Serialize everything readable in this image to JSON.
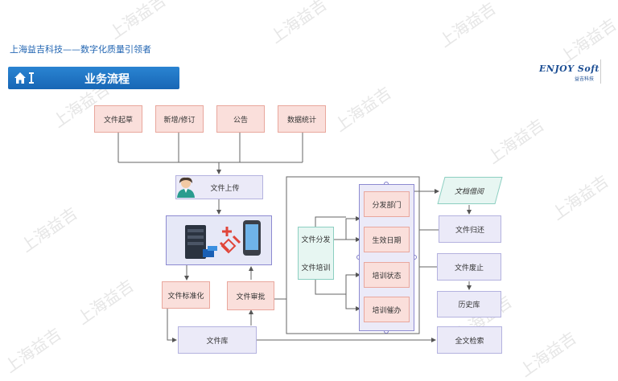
{
  "header": {
    "tagline": "上海益吉科技——数字化质量引领者",
    "banner_title": "业务流程",
    "logo_brand": "ENJOY Soft",
    "logo_sub": "益吉科技"
  },
  "watermark": "上海益吉",
  "colors": {
    "banner": "#1766b5",
    "pink_fill": "#fadfdb",
    "lavender_fill": "#ebeaf8",
    "mint_fill": "#e7f6f2"
  },
  "nodes": {
    "doc_draft": "文件起草",
    "add_revise": "新增/修订",
    "announce": "公告",
    "data_stats": "数据统计",
    "upload": "文件上传",
    "distribute": "文件分发",
    "training": "文件培训",
    "dept": "分发部门",
    "effective_date": "生效日期",
    "train_status": "培训状态",
    "train_urge": "培训催办",
    "borrow": "文档借阅",
    "return": "文件归还",
    "abolish": "文件废止",
    "history": "历史库",
    "standardize": "文件标准化",
    "review": "文件审批",
    "library": "文件库",
    "fulltext_search": "全文检索"
  }
}
